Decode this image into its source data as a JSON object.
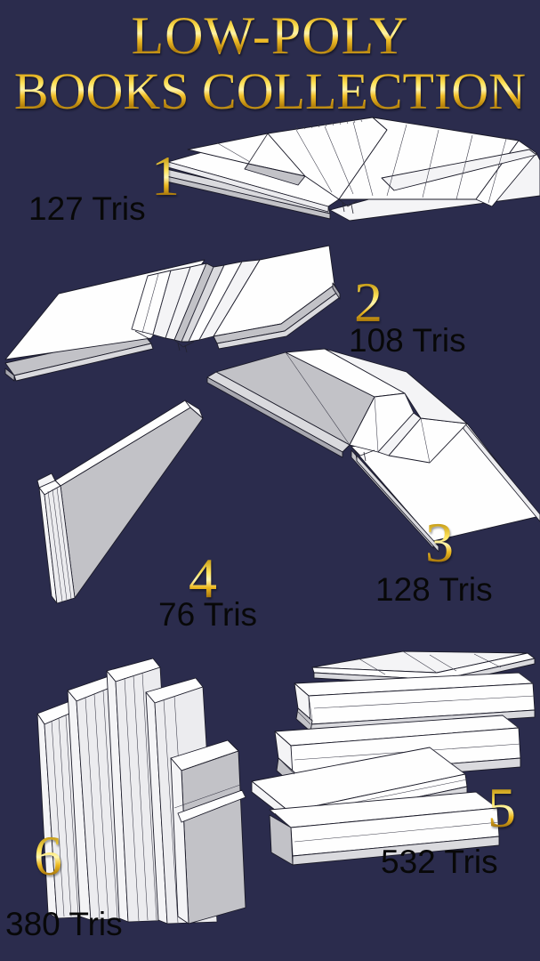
{
  "poster": {
    "background_color": "#2b2c4d",
    "gold_color": "#ffd700",
    "gold_shadow_color": "#8a6208",
    "label_color": "#080808",
    "paper_white": "#fefefe",
    "paper_shadow": "#c2c2c7",
    "outline_color": "#1a1a28"
  },
  "title": {
    "line1": "LOW-POLY",
    "line2": "BOOKS COLLECTION"
  },
  "items": [
    {
      "number": "1",
      "tris_label": "127 Tris",
      "icon": "open-book-with-turning-page-icon",
      "description": "open book lying flat with one page mid-turn"
    },
    {
      "number": "2",
      "tris_label": "108 Tris",
      "icon": "open-book-flat-icon",
      "description": "open book lying flat, pages splayed at the spine"
    },
    {
      "number": "3",
      "tris_label": "128 Tris",
      "icon": "half-open-book-icon",
      "description": "book partly open, one cover raised, viewed diagonally"
    },
    {
      "number": "4",
      "tris_label": "76 Tris",
      "icon": "closed-book-standing-icon",
      "description": "single closed hardcover book standing upright"
    },
    {
      "number": "5",
      "tris_label": "532 Tris",
      "icon": "stacked-books-icon",
      "description": "pile of five closed books stacked on each other"
    },
    {
      "number": "6",
      "tris_label": "380 Tris",
      "icon": "row-of-standing-books-icon",
      "description": "row of books standing side by side on a shelf"
    }
  ]
}
